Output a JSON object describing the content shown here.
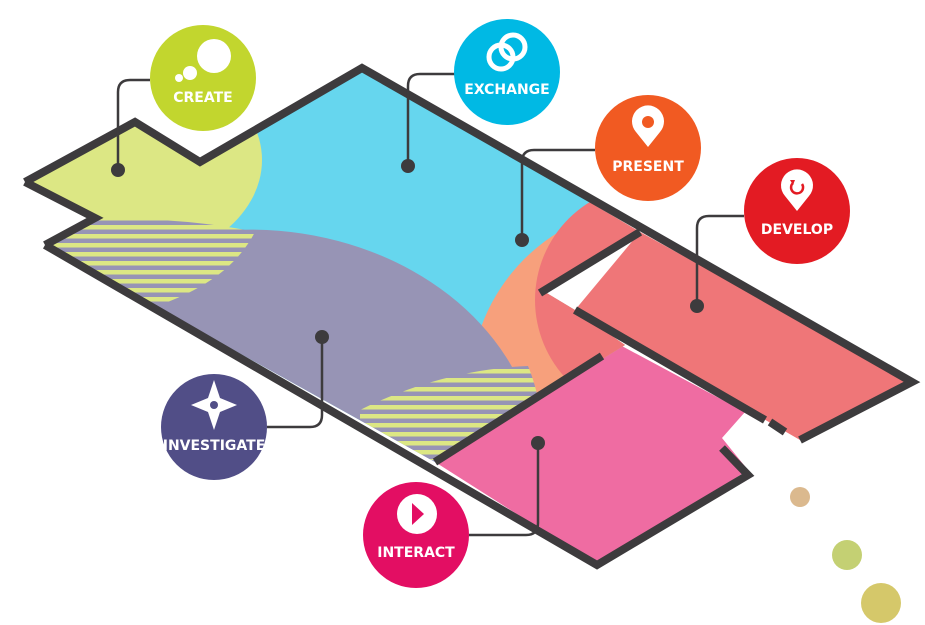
{
  "stages": [
    {
      "key": "create",
      "label": "CREATE",
      "color": "#c2d62e",
      "icon": "bubbles-icon"
    },
    {
      "key": "exchange",
      "label": "EXCHANGE",
      "color": "#00b9e4",
      "icon": "overlapping-circles-icon"
    },
    {
      "key": "present",
      "label": "PRESENT",
      "color": "#f15a22",
      "icon": "map-pin-icon"
    },
    {
      "key": "develop",
      "label": "DEVELOP",
      "color": "#e31b23",
      "icon": "refresh-pin-icon"
    },
    {
      "key": "investigate",
      "label": "INVESTIGATE",
      "color": "#514e87",
      "icon": "compass-icon"
    },
    {
      "key": "interact",
      "label": "INTERACT",
      "color": "#e30e63",
      "icon": "play-icon"
    }
  ],
  "colors": {
    "wall": "#3d3b3d",
    "zone_blue": "#66d6ee",
    "zone_green": "#dce784",
    "zone_purple": "#9794b5",
    "zone_orange": "#f7a07c",
    "room_develop": "#ef7678",
    "room_interact": "#ef6ca2"
  }
}
